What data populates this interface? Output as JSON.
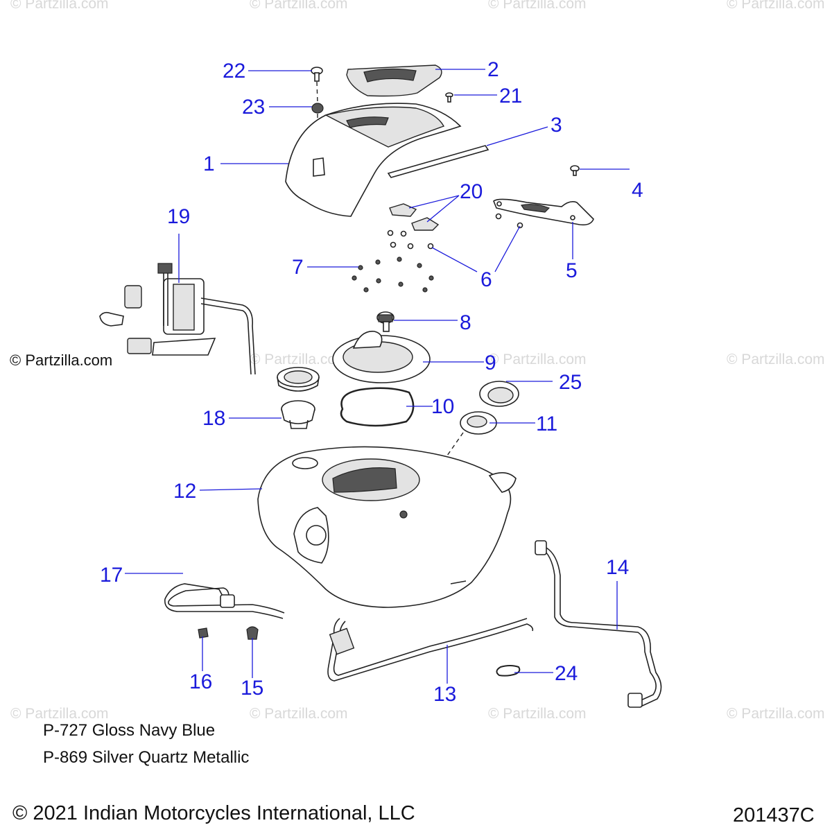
{
  "watermark_text": "© Partzilla.com",
  "side_copyright": "© Partzilla.com",
  "callouts": [
    "22",
    "2",
    "21",
    "23",
    "3",
    "1",
    "4",
    "20",
    "19",
    "5",
    "7",
    "6",
    "8",
    "9",
    "25",
    "10",
    "18",
    "11",
    "12",
    "17",
    "14",
    "16",
    "15",
    "24",
    "13"
  ],
  "paint_codes": [
    "P-727 Gloss Navy Blue",
    "P-869 Silver Quartz Metallic"
  ],
  "copyright": "© 2021 Indian Motorcycles International, LLC",
  "diagram_id": "201437C",
  "colors": {
    "callout_blue": "#1a1adb",
    "line_art": "#222222",
    "watermark_gray": "#d8d8d8"
  }
}
